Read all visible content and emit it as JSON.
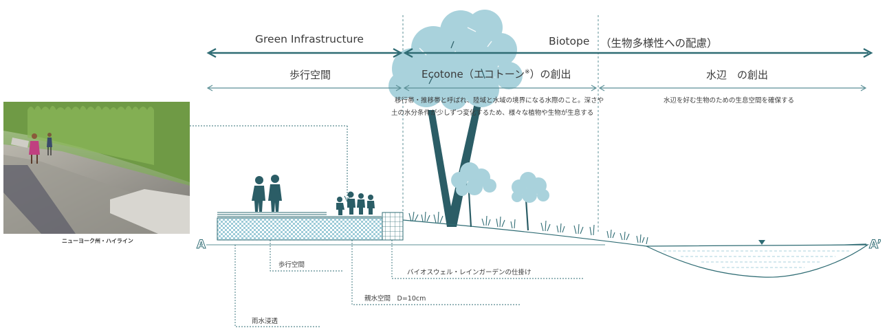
{
  "headings": {
    "green_infrastructure": "Green Infrastructure",
    "biotope": "Biotope",
    "biotope_note": "（生物多様性への配慮）"
  },
  "zones": {
    "walkway": "歩行空間",
    "ecotone": "Ecotone（エコトーン",
    "ecotone_mark": "※",
    "ecotone_suffix": "）の創出",
    "waterside": "水辺　の創出"
  },
  "descriptions": {
    "ecotone_line1": "移行帯・推移帯と呼ばれ、陸域と水域の境界になる水際のこと。深さや",
    "ecotone_line2": "土の水分条件が少しずつ変化するため、様々な植物や生物が生息する",
    "waterside": "水辺を好む生物のための生息空間を確保する"
  },
  "photo": {
    "caption": "ニューヨーク州・ハイライン"
  },
  "section_marks": {
    "left": "A",
    "right": "A’"
  },
  "callouts": {
    "walkway": "歩行空間",
    "bioswale": "バイオスウェル・レインガーデンの仕掛け",
    "water_space": "親水空間　D=10cm",
    "rain_infiltration": "雨水浸透"
  },
  "colors": {
    "arrow_dark": "#2e6b73",
    "arrow_light": "#5b8f96",
    "tree_foliage": "#a9d2dc",
    "trunk_dark": "#2b5d66",
    "pattern": "#8fc4d2",
    "water": "#cfe7ee"
  }
}
